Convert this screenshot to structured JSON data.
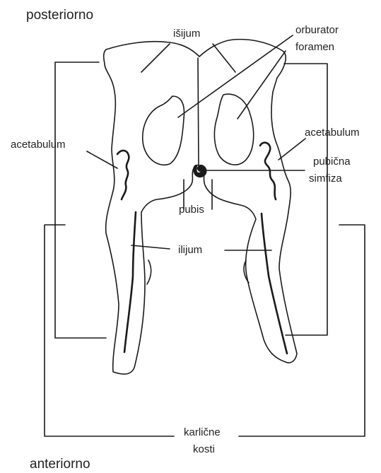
{
  "orientation": {
    "top": "posteriorno",
    "bottom": "anteriorno"
  },
  "labels": {
    "ischium": "išijum",
    "obturator_line1": "orburator",
    "obturator_line2": "foramen",
    "acetabulum_left": "acetabulum",
    "acetabulum_right": "acetabulum",
    "symphysis_line1": "pubična",
    "symphysis_line2": "simfiza",
    "pubis": "pubis",
    "ilium": "ilijum",
    "pelvic_line1": "karlične",
    "pelvic_line2": "kosti"
  },
  "colors": {
    "stroke": "#1a1a1a",
    "text": "#222222",
    "background": "#ffffff"
  }
}
